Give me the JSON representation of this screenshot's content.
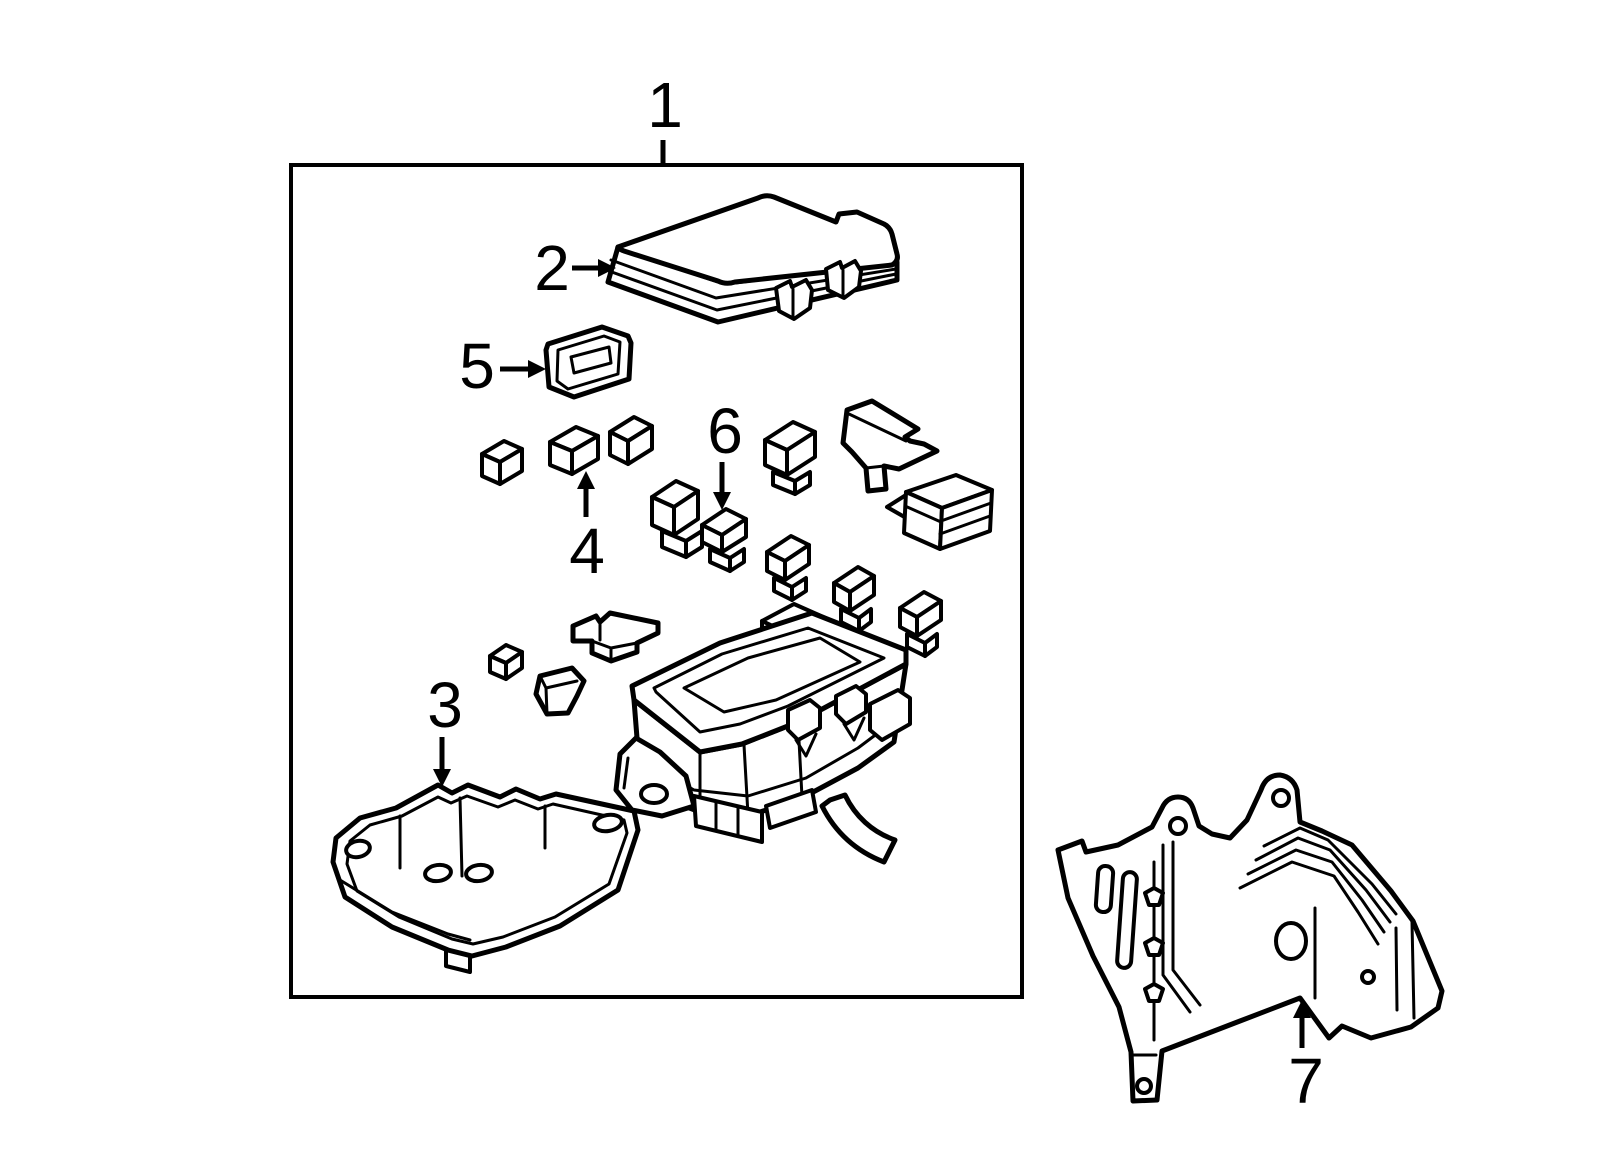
{
  "diagram": {
    "kind": "exploded-parts-diagram",
    "colors": {
      "background": "#ffffff",
      "line": "#000000"
    },
    "callouts": [
      {
        "number": "1",
        "target": "fuse-relay-box-assembly"
      },
      {
        "number": "2",
        "target": "fuse-box-upper-cover"
      },
      {
        "number": "3",
        "target": "fuse-box-lower-housing"
      },
      {
        "number": "4",
        "target": "fuse-cube"
      },
      {
        "number": "5",
        "target": "connector-cover-plate"
      },
      {
        "number": "6",
        "target": "relay"
      },
      {
        "number": "7",
        "target": "mounting-bracket"
      }
    ]
  }
}
